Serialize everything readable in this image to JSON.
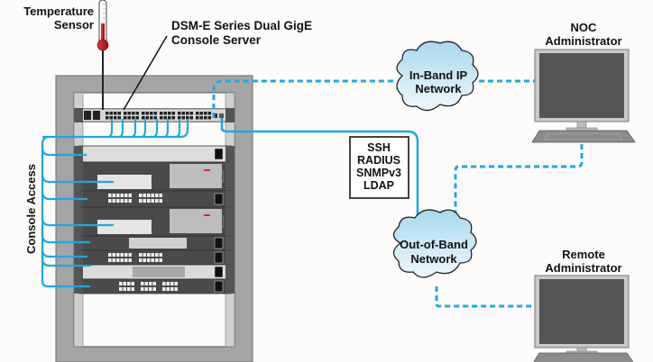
{
  "labels": {
    "temperature_sensor": [
      "Temperature",
      "Sensor"
    ],
    "console_server": [
      "DSM-E Series Dual GigE",
      "Console Server"
    ],
    "console_access": "Console Access",
    "in_band_network": [
      "In-Band IP",
      "Network"
    ],
    "out_of_band_network": [
      "Out-of-Band",
      "Network"
    ],
    "noc_admin": [
      "NOC",
      "Administrator"
    ],
    "remote_admin": [
      "Remote",
      "Administrator"
    ],
    "protocols": [
      "SSH",
      "RADIUS",
      "SNMPv3",
      "LDAP"
    ]
  },
  "colors": {
    "link_blue": "#1ba8e6",
    "rack_frame": "#a3a3a3",
    "device_dark": "#4a4a4a",
    "device_light": "#d8d8d8",
    "thermometer_red": "#c8102e",
    "cloud_fill": "#cde9f5",
    "monitor_screen": "#555555"
  }
}
